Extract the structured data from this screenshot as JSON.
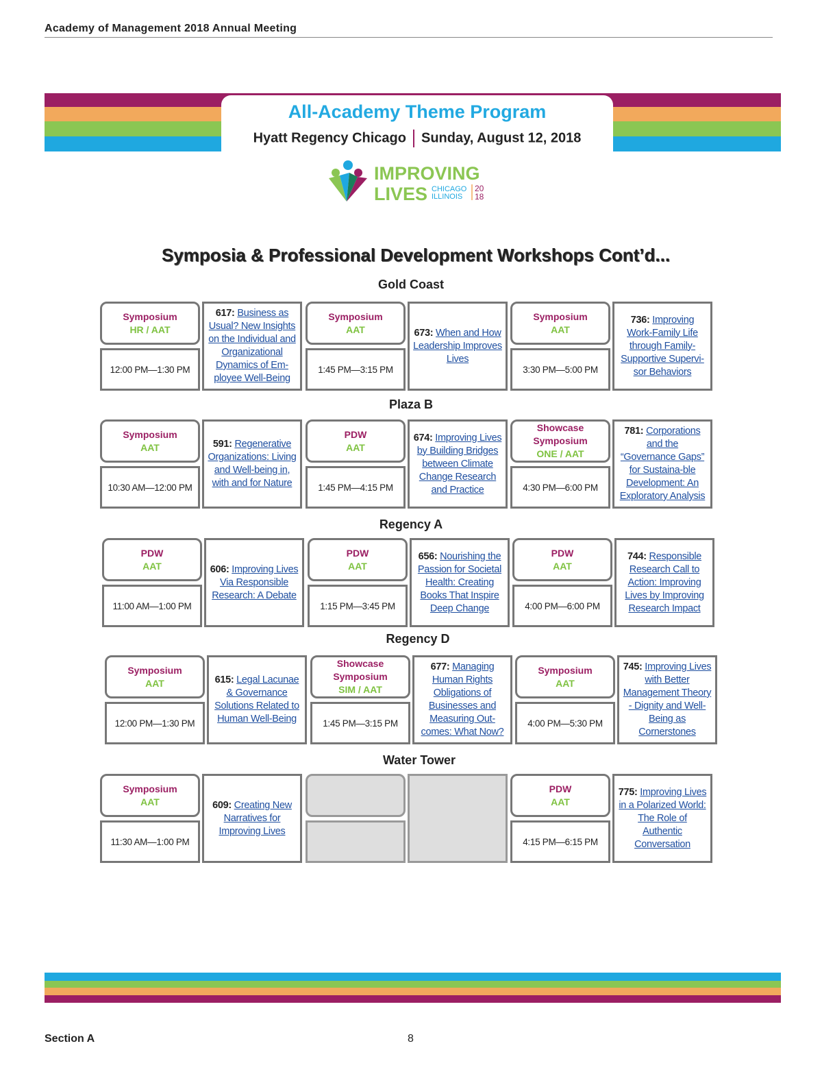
{
  "header": {
    "title": "Academy of Management 2018 Annual Meeting"
  },
  "banner": {
    "title": "All-Academy Theme Program",
    "venue": "Hyatt Regency Chicago",
    "date": "Sunday, August 12, 2018"
  },
  "logo": {
    "line1": "IMPROVING",
    "line2": "LIVES",
    "city": "CHICAGO",
    "state": "ILLINOIS",
    "year_top": "20",
    "year_bottom": "18"
  },
  "colors": {
    "purple": "#9b1f63",
    "orange": "#f2a95c",
    "green": "#8bc653",
    "blue": "#1fa8e0"
  },
  "section_title": "Symposia & Professional Development Workshops Cont’d...",
  "rooms": [
    {
      "name": "Gold Coast",
      "slots": [
        {
          "kind": "Symposium",
          "track": "HR / AAT",
          "time": "12:00 PM—1:30 PM",
          "num": "617:",
          "title": "Business as Usual? New Insights on the Individual and Organizational Dynamics of Em-ployee Well-Being"
        },
        {
          "kind": "Symposium",
          "track": "AAT",
          "time": "1:45 PM—3:15 PM",
          "num": "673:",
          "title": "When and How Leadership Improves Lives"
        },
        {
          "kind": "Symposium",
          "track": "AAT",
          "time": "3:30 PM—5:00 PM",
          "num": "736:",
          "title": "Improving Work-Family Life through Family-Supportive Supervi-sor Behaviors"
        }
      ]
    },
    {
      "name": "Plaza B",
      "slots": [
        {
          "kind": "Symposium",
          "track": "AAT",
          "time": "10:30 AM—12:00 PM",
          "num": "591:",
          "title": "Regenerative Organizations: Living and Well-being in, with and for Nature"
        },
        {
          "kind": "PDW",
          "track": "AAT",
          "time": "1:45 PM—4:15 PM",
          "num": "674:",
          "title": "Improving Lives by Building Bridges between Climate Change Research and Practice"
        },
        {
          "kind": "Showcase Symposium",
          "track": "ONE / AAT",
          "time": "4:30 PM—6:00 PM",
          "num": "781:",
          "title": "Corporations and the “Governance Gaps” for Sustaina-ble Development: An Exploratory Analysis"
        }
      ]
    },
    {
      "name": "Regency A",
      "slots": [
        {
          "kind": "PDW",
          "track": "AAT",
          "time": "11:00 AM—1:00 PM",
          "num": "606:",
          "title": "Improving Lives Via Responsible Research: A Debate"
        },
        {
          "kind": "PDW",
          "track": "AAT",
          "time": "1:15 PM—3:45 PM",
          "num": "656:",
          "title": "Nourishing the Passion for Societal Health: Creating Books That Inspire Deep Change"
        },
        {
          "kind": "PDW",
          "track": "AAT",
          "time": "4:00 PM—6:00 PM",
          "num": "744:",
          "title": "Responsible Research Call to Action: Improving Lives by Improving Research Impact"
        }
      ]
    },
    {
      "name": "Regency D",
      "slots": [
        {
          "kind": "Symposium",
          "track": "AAT",
          "time": "12:00 PM—1:30 PM",
          "num": "615:",
          "title": "Legal Lacunae & Governance Solutions Related to Human Well-Being"
        },
        {
          "kind": "Showcase Symposium",
          "track": "SIM / AAT",
          "time": "1:45 PM—3:15 PM",
          "num": "677:",
          "title": "Managing Human Rights Obligations of Businesses and Measuring Out-comes: What Now?"
        },
        {
          "kind": "Symposium",
          "track": "AAT",
          "time": "4:00 PM—5:30 PM",
          "num": "745:",
          "title": "Improving Lives with Better Management Theory - Dignity and Well-Being as Cornerstones"
        }
      ]
    },
    {
      "name": "Water Tower",
      "slots": [
        {
          "kind": "Symposium",
          "track": "AAT",
          "time": "11:30 AM—1:00 PM",
          "num": "609:",
          "title": "Creating New Narratives for Improving Lives"
        },
        {
          "empty": true
        },
        {
          "kind": "PDW",
          "track": "AAT",
          "time": "4:15 PM—6:15 PM",
          "num": "775:",
          "title": "Improving Lives in a Polarized World: The Role of Authentic Conversation"
        }
      ]
    }
  ],
  "footer": {
    "section": "Section A",
    "page": "8"
  }
}
